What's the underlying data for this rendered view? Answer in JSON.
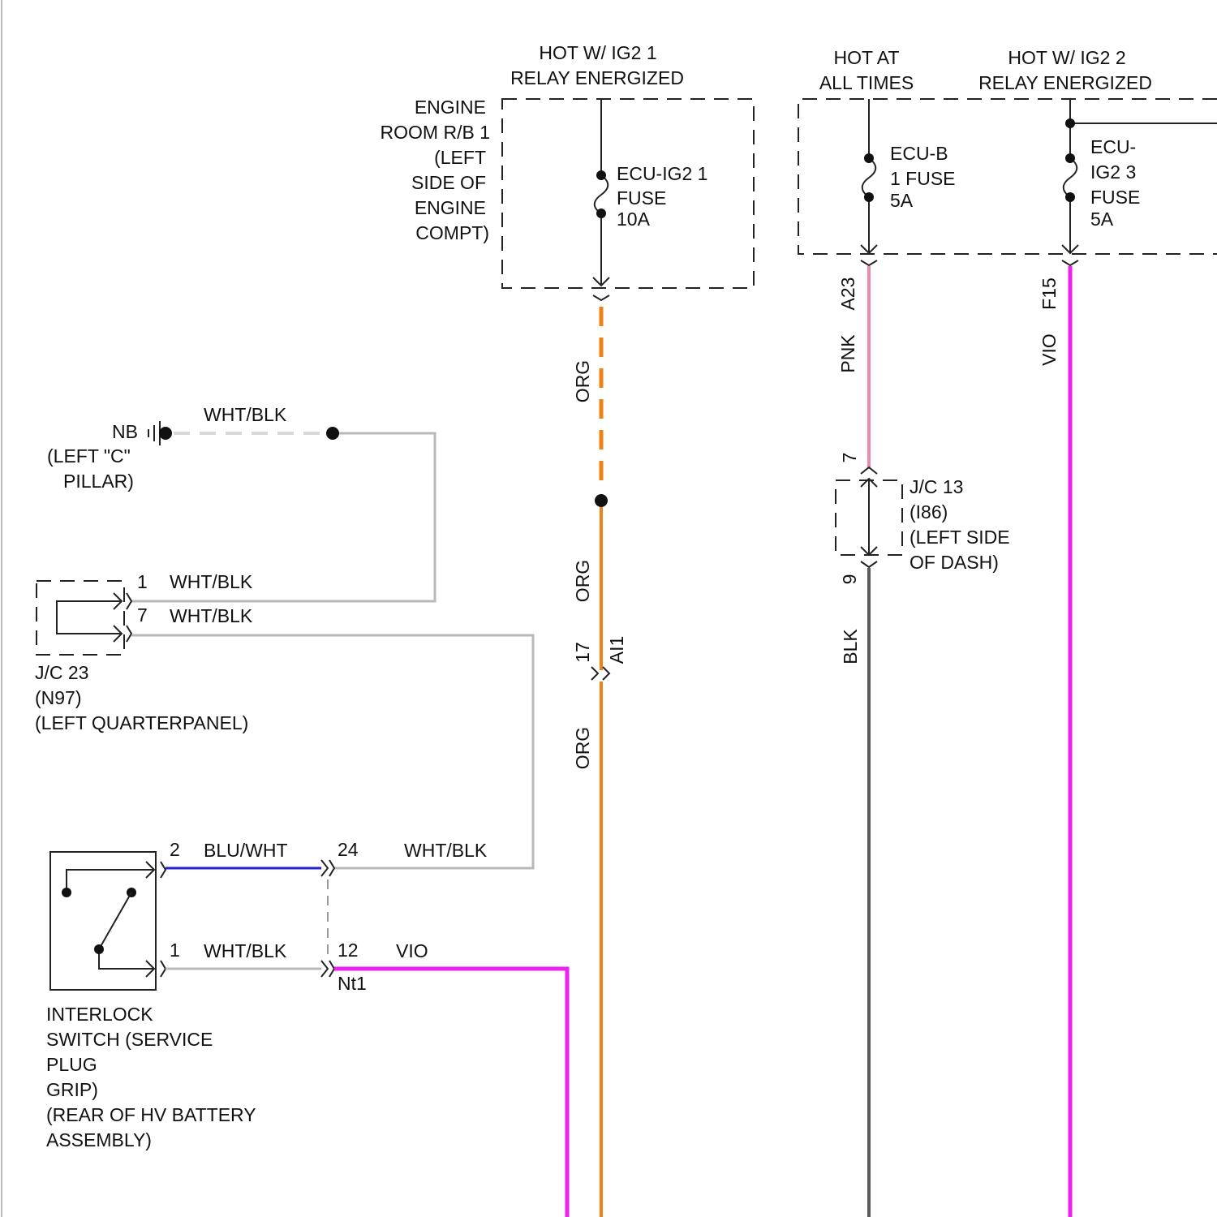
{
  "colors": {
    "org": "#ee8216",
    "pnk": "#ee88a8",
    "vio": "#ee22ee",
    "blk": "#5a5a5a",
    "wht_blk": "#b8b8b8",
    "blu_wht": "#2a22cc",
    "ground_dash": "#d8d8d8"
  },
  "icons": {
    "fuse": "fuse-icon",
    "ground": "ground-icon",
    "switch": "switch-icon",
    "connector": "connector-icon"
  },
  "labels": {
    "hot_ig2_1": [
      "HOT W/ IG2 1",
      "RELAY ENERGIZED"
    ],
    "hot_at_all_times": [
      "HOT AT",
      "ALL TIMES"
    ],
    "hot_ig2_2": [
      "HOT W/ IG2 2",
      "RELAY ENERGIZED"
    ],
    "engine_room_rb": [
      "ENGINE",
      "ROOM R/B 1",
      "(LEFT",
      "SIDE OF",
      "ENGINE",
      "COMPT)"
    ],
    "fuse_ecu_ig2_1": [
      "ECU-IG2 1",
      "FUSE",
      "10A"
    ],
    "fuse_ecu_b_1": [
      "ECU-B",
      "1 FUSE",
      "5A"
    ],
    "fuse_ecu_ig2_3": [
      "ECU-",
      "IG2 3",
      "FUSE",
      "5A"
    ],
    "jc13": [
      "J/C 13",
      "(I86)",
      "(LEFT SIDE",
      "OF DASH)"
    ],
    "jc23": [
      "J/C 23",
      "(N97)",
      "(LEFT QUARTERPANEL)"
    ],
    "ground_nb": [
      "NB",
      "(LEFT \"C\"",
      "PILLAR)"
    ],
    "interlock_switch": [
      "INTERLOCK",
      "SWITCH (SERVICE",
      "PLUG",
      "GRIP)",
      "(REAR OF HV BATTERY",
      "ASSEMBLY)"
    ],
    "connector_ai1": "AI1",
    "connector_nt1": "Nt1"
  },
  "wires": {
    "org_top": "ORG",
    "org_mid": "ORG",
    "org_low": "ORG",
    "pnk": "PNK",
    "vio_right": "VIO",
    "blk": "BLK",
    "ground_wht_blk": "WHT/BLK",
    "jc23_pin1_wire": "WHT/BLK",
    "jc23_pin7_wire": "WHT/BLK",
    "nt1_pin24_wire": "WHT/BLK",
    "switch_pin2_wire": "BLU/WHT",
    "switch_pin1_wire": "WHT/BLK",
    "nt1_pin12_wire": "VIO"
  },
  "pins": {
    "a23": "A23",
    "f15": "F15",
    "jc13_in": "7",
    "jc13_out": "9",
    "ai1_pin": "17",
    "jc23_pin1": "1",
    "jc23_pin7": "7",
    "switch_pin2": "2",
    "switch_pin1": "1",
    "nt1_pin24": "24",
    "nt1_pin12": "12"
  }
}
